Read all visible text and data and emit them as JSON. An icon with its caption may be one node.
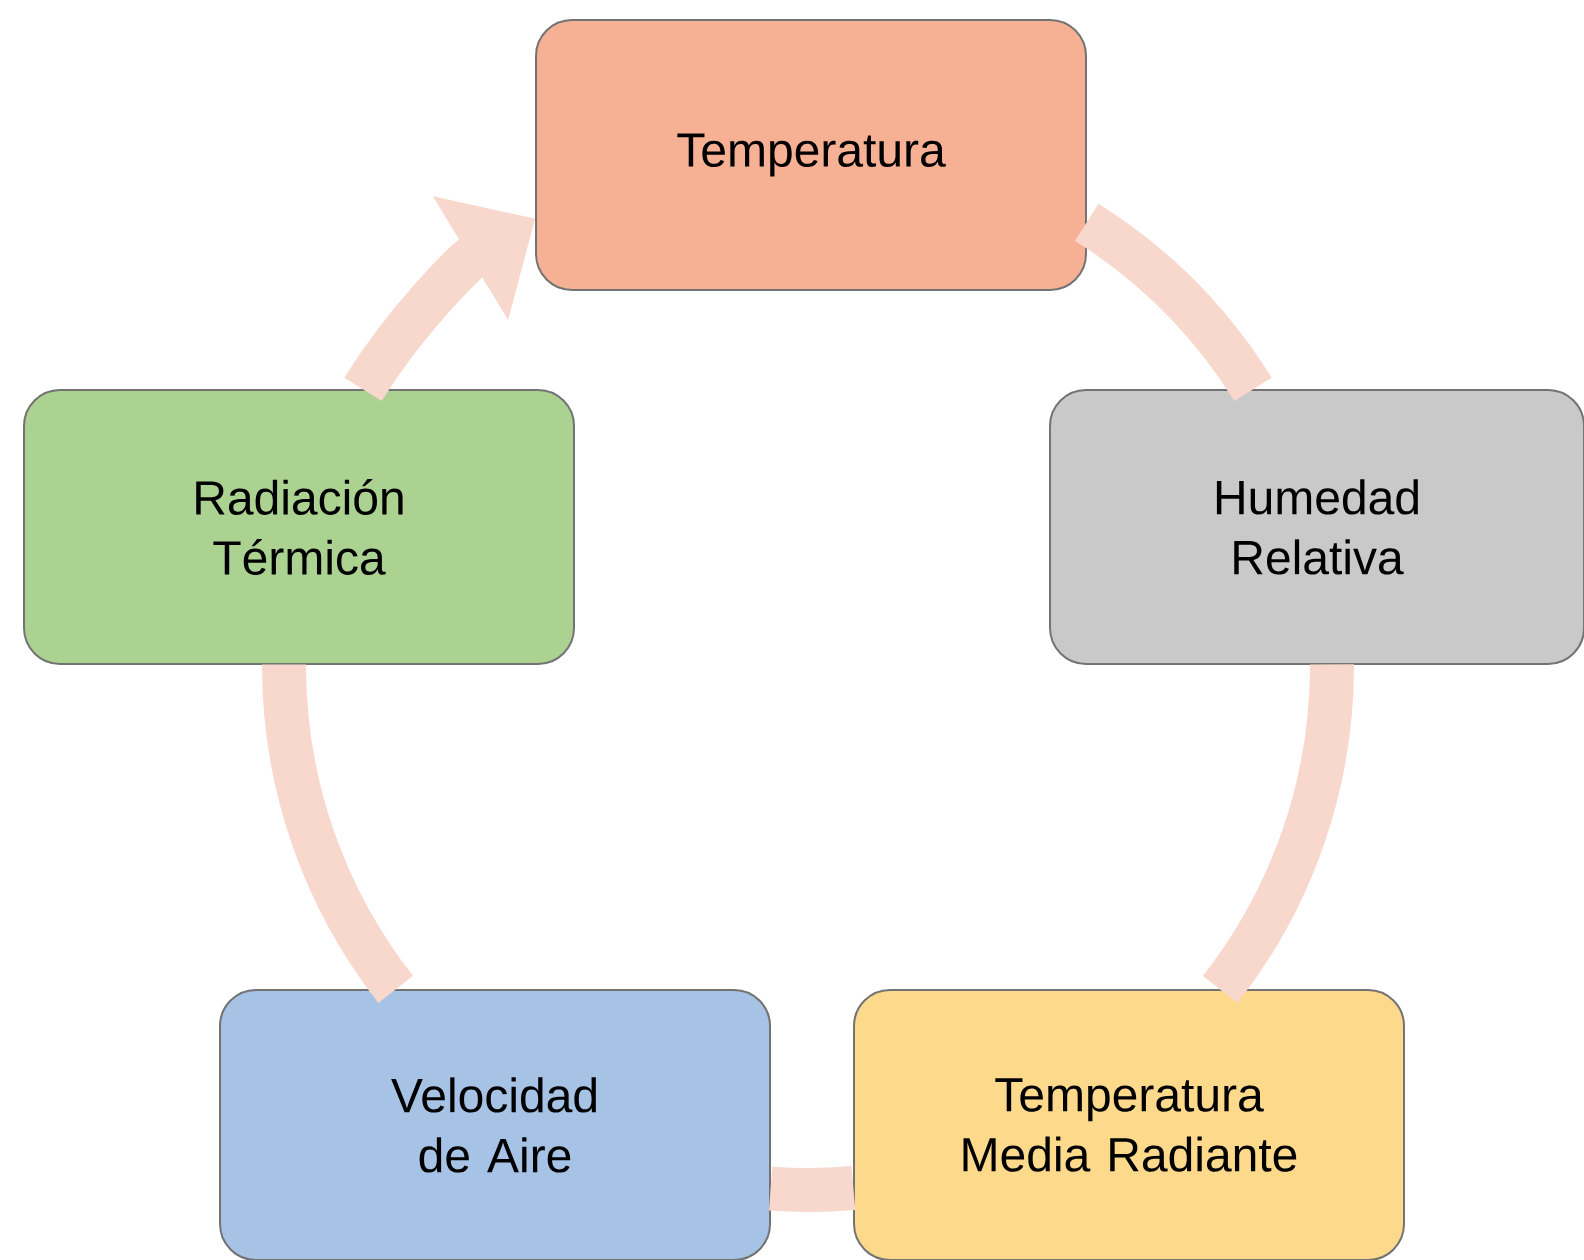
{
  "diagram": {
    "nodes": [
      {
        "text": [
          "Temperatura"
        ]
      },
      {
        "text": [
          "Humedad Relativa"
        ]
      },
      {
        "text": [
          "Temperatura Media Radiante"
        ]
      },
      {
        "text": [
          "Velocidad de Aire"
        ]
      },
      {
        "text": [
          "Radiación Térmica"
        ]
      }
    ],
    "edges": [
      {
        "from": 0,
        "to": 1,
        "arrow": "none"
      },
      {
        "from": 1,
        "to": 2,
        "arrow": "none"
      },
      {
        "from": 2,
        "to": 3,
        "arrow": "none"
      },
      {
        "from": 3,
        "to": 4,
        "arrow": "none"
      },
      {
        "from": 4,
        "to": 0,
        "arrow": "to"
      }
    ]
  }
}
